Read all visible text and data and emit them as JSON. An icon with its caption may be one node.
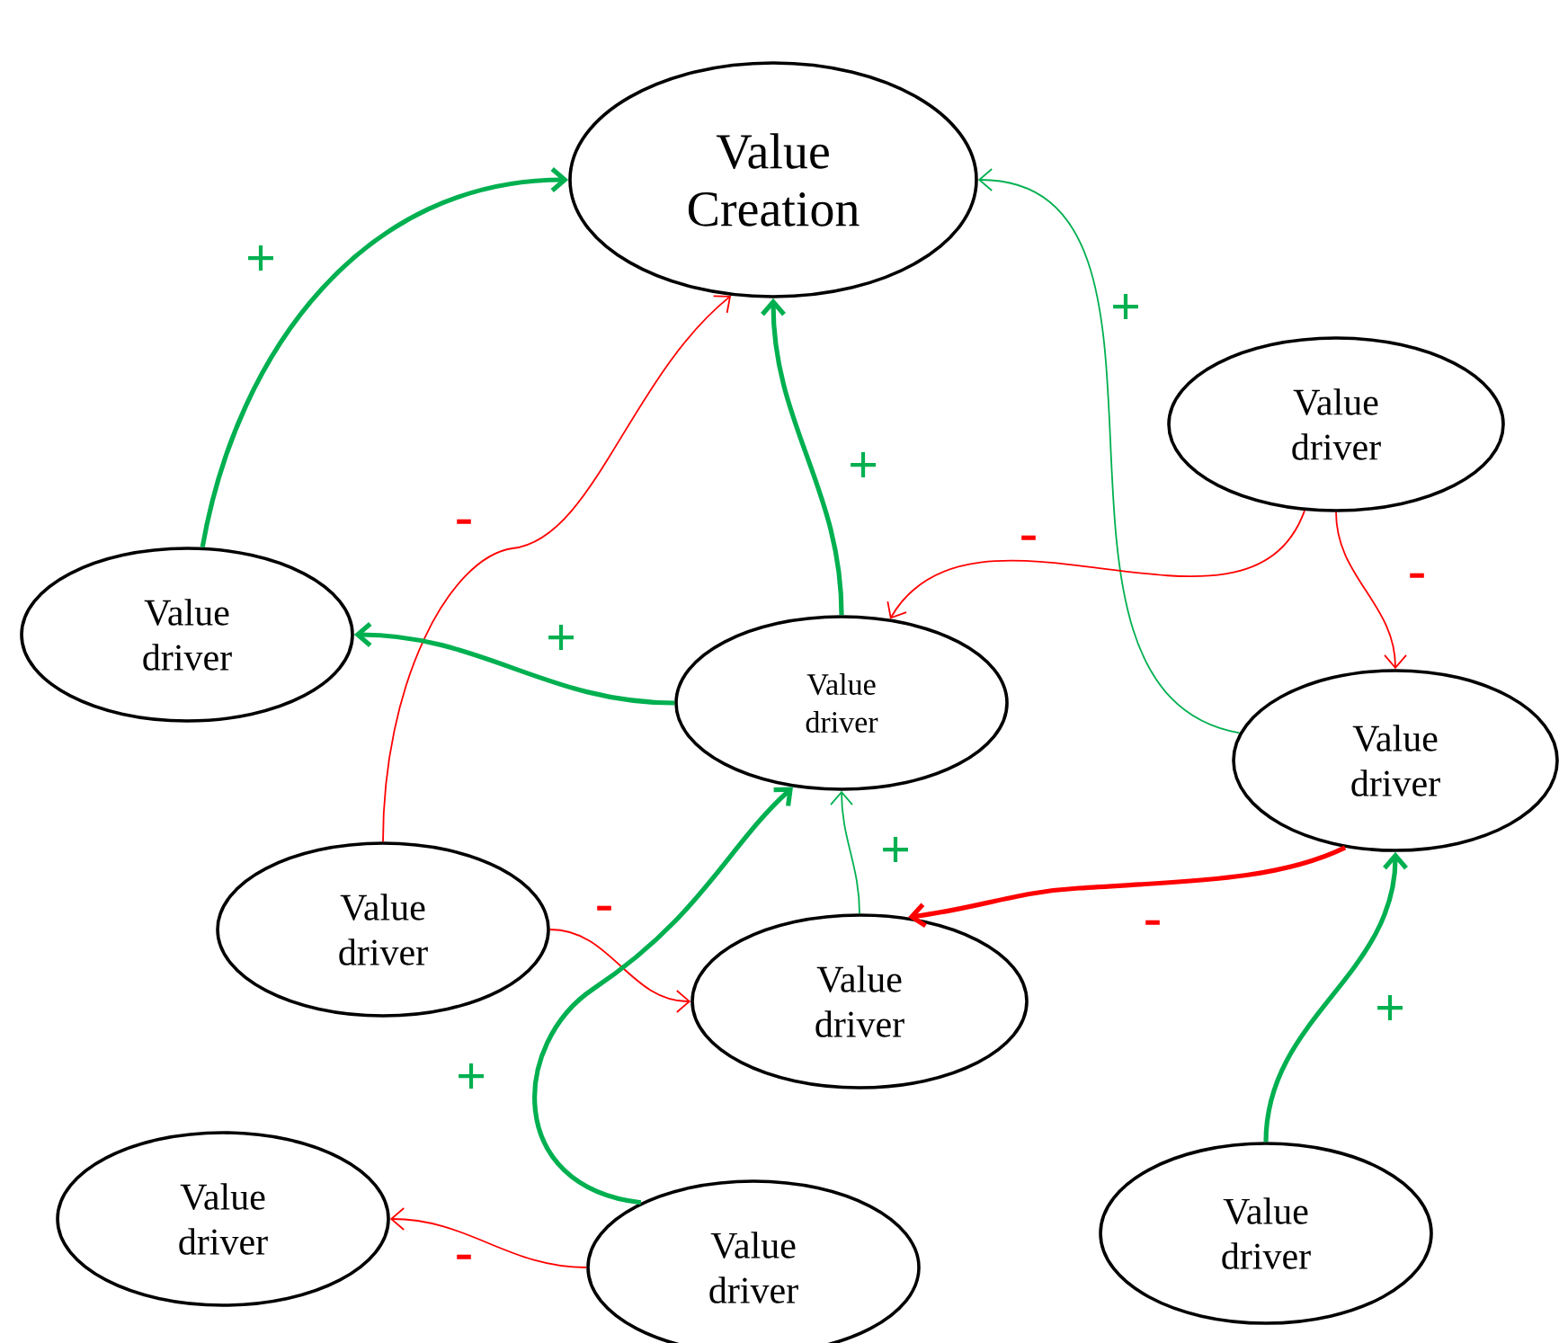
{
  "diagram": {
    "nodes": [
      {
        "text": [
          "Value Creation"
        ]
      },
      {
        "text": [
          "Value driver"
        ]
      },
      {
        "text": [
          "Value driver"
        ]
      },
      {
        "text": [
          "Value driver"
        ]
      },
      {
        "text": [
          "Value driver"
        ]
      },
      {
        "text": [
          "Value driver"
        ]
      },
      {
        "text": [
          "Value driver"
        ]
      },
      {
        "text": [
          "Value driver"
        ]
      },
      {
        "text": [
          "Value driver"
        ]
      },
      {
        "text": [
          "Value driver"
        ]
      }
    ],
    "edges": [
      {
        "from": 2,
        "to": 0,
        "arrow": "to",
        "label": "+",
        "style": "thick"
      },
      {
        "from": 5,
        "to": 0,
        "arrow": "to",
        "label": "-",
        "color": "#ff0000"
      },
      {
        "from": 3,
        "to": 0,
        "arrow": "to",
        "label": "+",
        "style": "thick"
      },
      {
        "from": 4,
        "to": 0,
        "arrow": "to",
        "label": "+"
      },
      {
        "from": 1,
        "to": 3,
        "arrow": "to",
        "label": "-",
        "color": "#ff0000"
      },
      {
        "from": 1,
        "to": 4,
        "arrow": "to",
        "label": "-",
        "color": "#ff0000"
      },
      {
        "from": 3,
        "to": 2,
        "arrow": "to",
        "label": "+",
        "style": "thick"
      },
      {
        "from": 6,
        "to": 3,
        "arrow": "to",
        "label": "+"
      },
      {
        "from": 4,
        "to": 6,
        "arrow": "to",
        "label": "-",
        "style": "thick",
        "color": "#ff0000"
      },
      {
        "from": 5,
        "to": 6,
        "arrow": "to",
        "label": "-",
        "color": "#ff0000"
      },
      {
        "from": 9,
        "to": 3,
        "arrow": "to",
        "label": "+",
        "style": "thick"
      },
      {
        "from": 9,
        "to": 7,
        "arrow": "to",
        "label": "-",
        "color": "#ff0000"
      },
      {
        "from": 8,
        "to": 4,
        "arrow": "to",
        "label": "+",
        "style": "thick"
      }
    ]
  }
}
